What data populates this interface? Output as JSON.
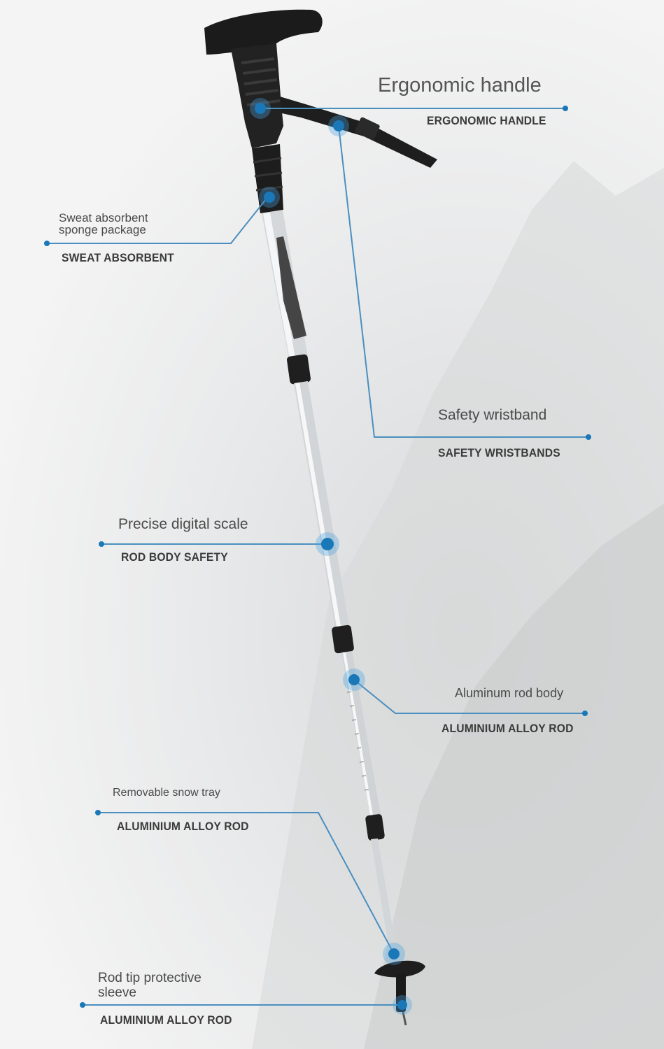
{
  "colors": {
    "accent": "#1a78b8",
    "line": "#4a8fc0",
    "pole": "#cfd3d6",
    "grip": "#1c1c1c"
  },
  "callouts": {
    "ergonomic": {
      "title": "Ergonomic handle",
      "subtitle": "ERGONOMIC HANDLE"
    },
    "sweat": {
      "title": "Sweat absorbent sponge package",
      "subtitle": "SWEAT ABSORBENT"
    },
    "wristband": {
      "title": "Safety wristband",
      "subtitle": "SAFETY WRISTBANDS"
    },
    "scale": {
      "title": "Precise digital scale",
      "subtitle": "ROD BODY SAFETY"
    },
    "rod": {
      "title": "Aluminum rod body",
      "subtitle": "ALUMINIUM ALLOY ROD"
    },
    "snowtray": {
      "title": "Removable snow tray",
      "subtitle": "ALUMINIUM ALLOY ROD"
    },
    "tip": {
      "title": "Rod tip protective sleeve",
      "subtitle": "ALUMINIUM ALLOY ROD"
    }
  }
}
